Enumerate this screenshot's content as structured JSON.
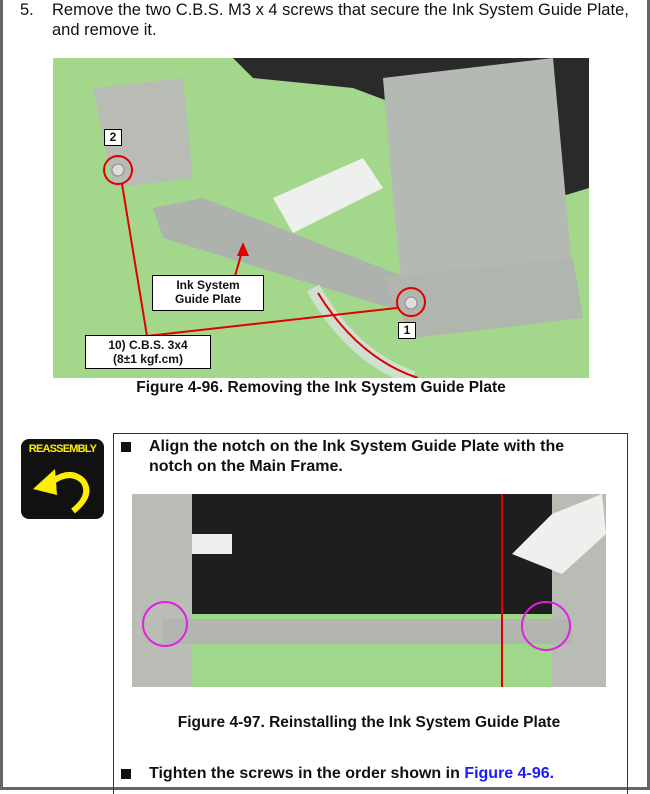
{
  "step": {
    "number": "5.",
    "text": "Remove the two C.B.S. M3 x 4 screws that secure the Ink System Guide Plate, and remove it."
  },
  "figure1": {
    "caption": "Figure 4-96. Removing the Ink System Guide Plate",
    "callout_plate": [
      "Ink System",
      "Guide Plate"
    ],
    "callout_screw": [
      "10) C.B.S. 3x4",
      "(8±1 kgf.cm)"
    ],
    "screw_labels": [
      "1",
      "2"
    ]
  },
  "reassembly": {
    "badge_label": "REASSEMBLY",
    "bullet1": [
      "Align the notch on the Ink System Guide Plate with the",
      "notch on the Main Frame."
    ],
    "figure2_caption": "Figure 4-97. Reinstalling the Ink System Guide Plate",
    "bullet2_text": "Tighten the screws in the order shown in ",
    "bullet2_link": "Figure 4-96."
  },
  "colors": {
    "accent_red": "#e00000",
    "highlight_magenta": "#e020e0",
    "link_blue": "#1a1aff",
    "badge_yellow": "#ffee00"
  }
}
